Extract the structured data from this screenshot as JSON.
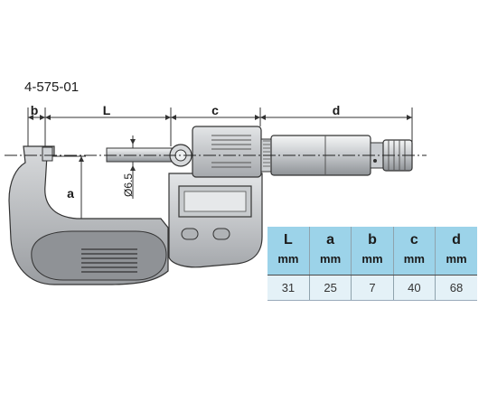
{
  "model_number": "4-575-01",
  "dimension_labels": {
    "b": "b",
    "L": "L",
    "c": "c",
    "d": "d",
    "a": "a",
    "diameter": "Ø6.5"
  },
  "spec_table": {
    "columns": [
      {
        "symbol": "L",
        "unit": "mm",
        "value": "31"
      },
      {
        "symbol": "a",
        "unit": "mm",
        "value": "25"
      },
      {
        "symbol": "b",
        "unit": "mm",
        "value": "7"
      },
      {
        "symbol": "c",
        "unit": "mm",
        "value": "40"
      },
      {
        "symbol": "d",
        "unit": "mm",
        "value": "68"
      }
    ]
  },
  "colors": {
    "table_header": "#9cd3e9",
    "table_body": "#e4f1f7",
    "body_gray": "#b9bcbf",
    "frame_gray": "#a9acb0"
  }
}
